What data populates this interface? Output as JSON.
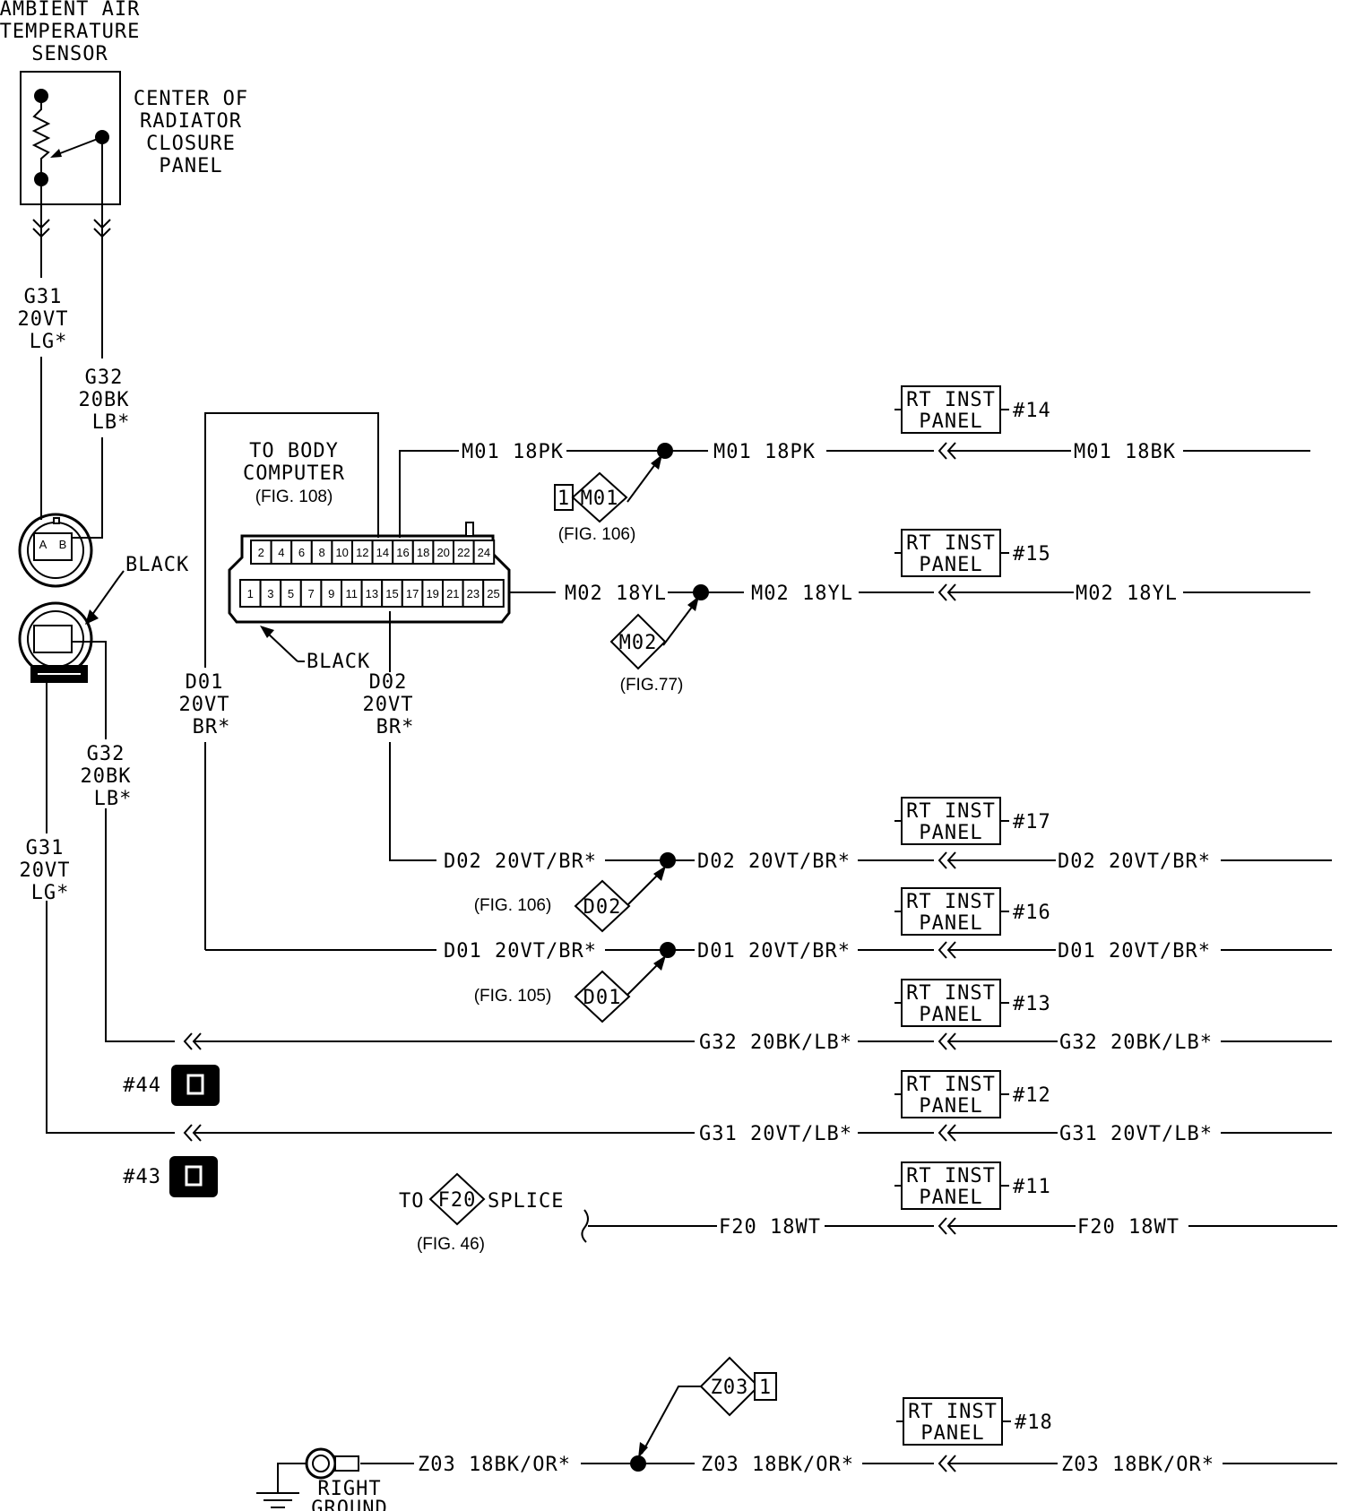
{
  "sensor": {
    "title_lines": [
      "AMBIENT AIR",
      "TEMPERATURE",
      "SENSOR"
    ],
    "location_lines": [
      "CENTER OF",
      "RADIATOR",
      "CLOSURE",
      "PANEL"
    ]
  },
  "wire_labels": {
    "g31_top": [
      "G31",
      "20VT",
      "LG*"
    ],
    "g32_top": [
      "G32",
      "20BK",
      "LB*"
    ],
    "g32_low": [
      "G32",
      "20BK",
      "LB*"
    ],
    "g31_low": [
      "G31",
      "20VT",
      "LG*"
    ],
    "d01": [
      "D01",
      "20VT",
      "BR*"
    ],
    "d02": [
      "D02",
      "20VT",
      "BR*"
    ]
  },
  "connector_black_label": "BLACK",
  "body_computer": {
    "lines": [
      "TO BODY",
      "COMPUTER"
    ],
    "fig": "(FIG. 108)",
    "black_label": "BLACK",
    "top_pins": [
      "2",
      "4",
      "6",
      "8",
      "10",
      "12",
      "14",
      "16",
      "18",
      "20",
      "22",
      "24"
    ],
    "bottom_pins": [
      "1",
      "3",
      "5",
      "7",
      "9",
      "11",
      "13",
      "15",
      "17",
      "19",
      "21",
      "23",
      "25"
    ]
  },
  "rt_inst_panel": {
    "line1": "RT INST",
    "line2": "PANEL"
  },
  "circuits": [
    {
      "id": "m01",
      "left": "M01 18PK",
      "mid": "M01 18PK",
      "right": "M01 18BK",
      "num": "#14",
      "splice": "M01",
      "splice_prefix": "1",
      "fig": "(FIG. 106)"
    },
    {
      "id": "m02",
      "left": "M02 18YL",
      "mid": "M02 18YL",
      "right": "M02 18YL",
      "num": "#15",
      "splice": "M02",
      "fig": "(FIG.77)"
    },
    {
      "id": "d02",
      "left": "D02 20VT/BR*",
      "mid": "D02 20VT/BR*",
      "right": "D02 20VT/BR*",
      "num": "#17",
      "splice": "D02",
      "fig": "(FIG. 106)"
    },
    {
      "id": "d01",
      "left": "D01 20VT/BR*",
      "mid": "D01 20VT/BR*",
      "right": "D01 20VT/BR*",
      "num": "#16",
      "splice": "D01",
      "fig": "(FIG. 105)"
    },
    {
      "id": "g32",
      "mid": "G32 20BK/LB*",
      "right": "G32 20BK/LB*",
      "num": "#13"
    },
    {
      "id": "g31",
      "mid": "G31 20VT/LB*",
      "right": "G31 20VT/LB*",
      "num": "#12"
    },
    {
      "id": "f20",
      "mid": "F20 18WT",
      "right": "F20 18WT",
      "num": "#11",
      "to": "TO",
      "splice": "F20",
      "splice_suffix": "SPLICE",
      "fig": "(FIG. 46)"
    },
    {
      "id": "z03",
      "left": "Z03 18BK/OR*",
      "mid": "Z03 18BK/OR*",
      "right": "Z03 18BK/OR*",
      "num": "#18",
      "splice": "Z03",
      "splice_suffix_box": "1"
    }
  ],
  "inline_connectors": {
    "c44": "#44",
    "c43": "#43"
  },
  "ground": {
    "lines": [
      "RIGHT",
      "GROUND"
    ]
  }
}
